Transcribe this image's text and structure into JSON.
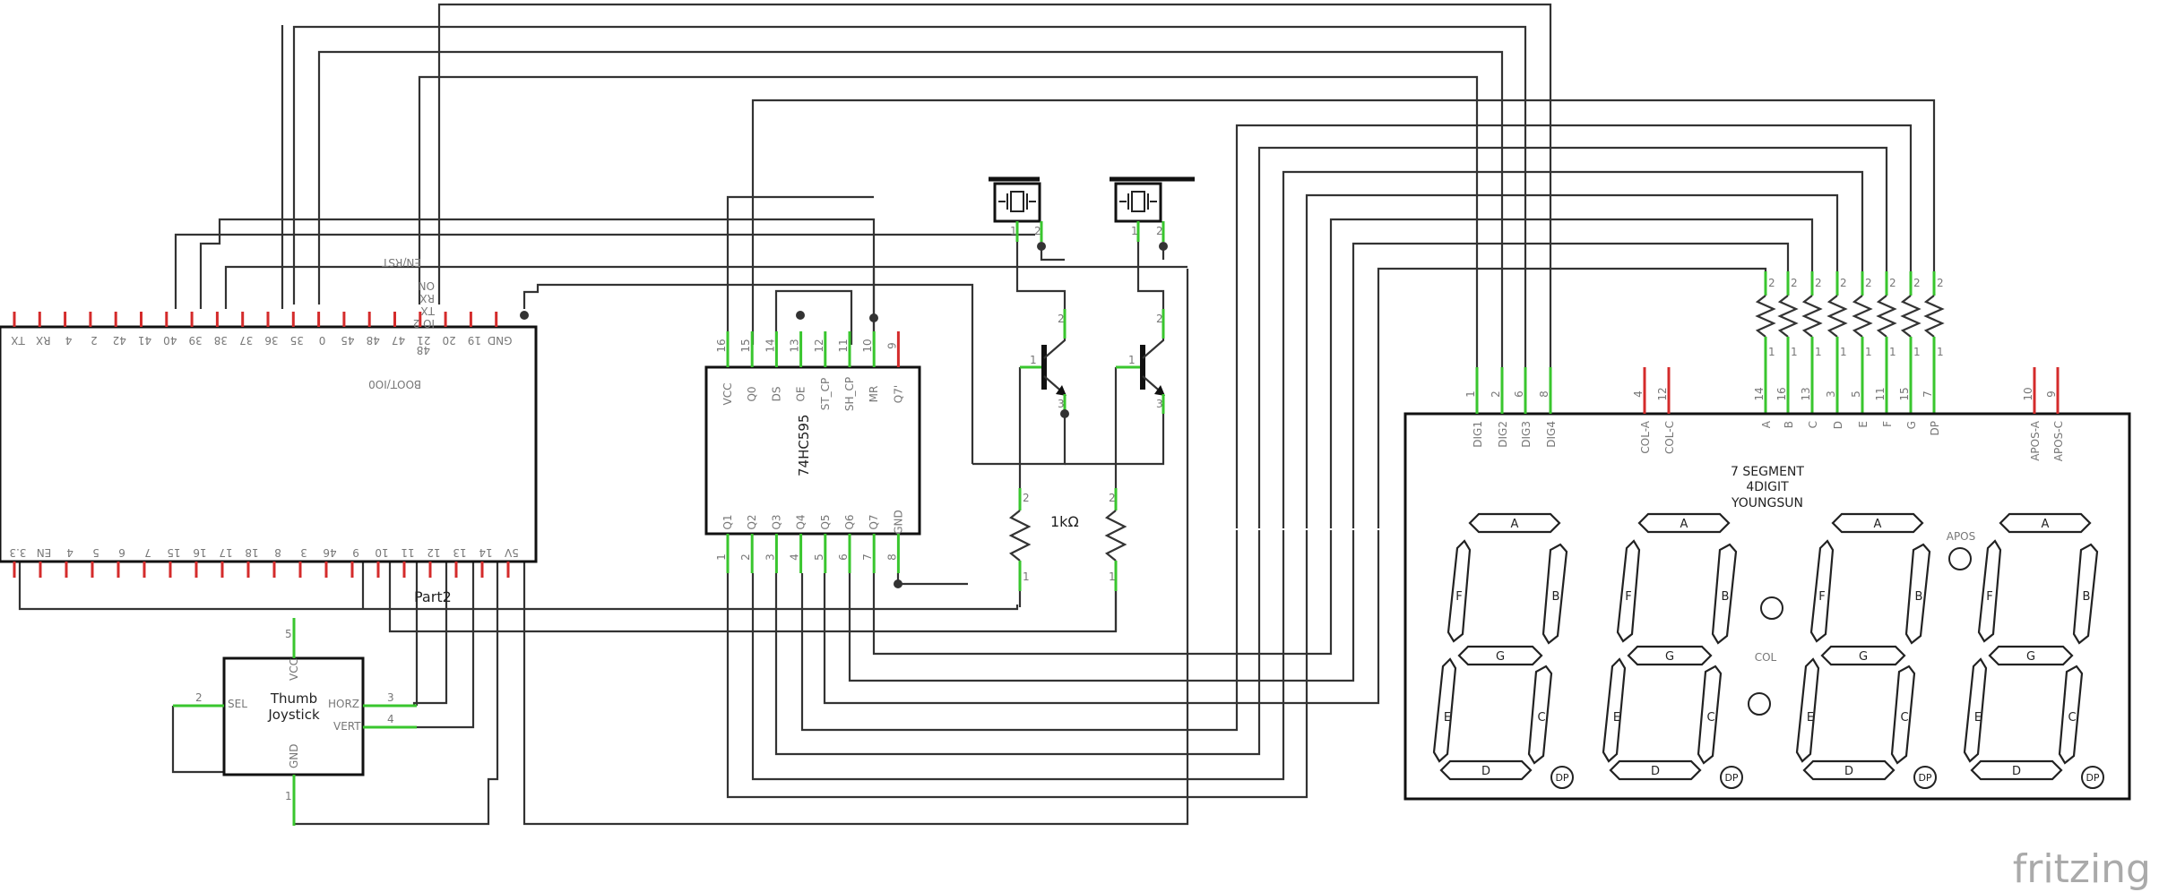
{
  "esp_top_pins": [
    "TX",
    "RX",
    "4",
    "2",
    "42",
    "41",
    "40",
    "39",
    "38",
    "37",
    "36",
    "35",
    "0",
    "45",
    "48",
    "47",
    "21",
    "20",
    "19",
    "GND"
  ],
  "esp_bottom_pins": [
    "3.3",
    "EN",
    "4",
    "5",
    "6",
    "7",
    "15",
    "16",
    "17",
    "18",
    "8",
    "3",
    "46",
    "9",
    "10",
    "11",
    "12",
    "13",
    "14",
    "5V"
  ],
  "esp_silk": [
    "BOOT/IO0",
    "48",
    "IO 2",
    "TX",
    "RX",
    "ON",
    "EN/RST"
  ],
  "part2_label": "Part2",
  "sr_name": "74HC595",
  "sr_top_pins": [
    {
      "n": "VCC",
      "num": "16"
    },
    {
      "n": "Q0",
      "num": "15"
    },
    {
      "n": "DS",
      "num": "14"
    },
    {
      "n": "OE",
      "num": "13"
    },
    {
      "n": "ST_CP",
      "num": "12"
    },
    {
      "n": "SH_CP",
      "num": "11"
    },
    {
      "n": "MR",
      "num": "10"
    },
    {
      "n": "Q7'",
      "num": "9"
    }
  ],
  "sr_bottom_pins": [
    {
      "n": "Q1",
      "num": "1"
    },
    {
      "n": "Q2",
      "num": "2"
    },
    {
      "n": "Q3",
      "num": "3"
    },
    {
      "n": "Q4",
      "num": "4"
    },
    {
      "n": "Q5",
      "num": "5"
    },
    {
      "n": "Q6",
      "num": "6"
    },
    {
      "n": "Q7",
      "num": "7"
    },
    {
      "n": "GND",
      "num": "8"
    }
  ],
  "resistor_value": "1kΩ",
  "joystick": {
    "title1": "Thumb",
    "title2": "Joystick",
    "pins": [
      {
        "n": "VCC",
        "num": "5"
      },
      {
        "n": "SEL",
        "num": "2"
      },
      {
        "n": "HORZ",
        "num": "3"
      },
      {
        "n": "VERT",
        "num": "4"
      },
      {
        "n": "GND",
        "num": "1"
      }
    ]
  },
  "display": {
    "title1": "7 SEGMENT",
    "title2": "4DIGIT",
    "title3": "YOUNGSUN",
    "pins": [
      {
        "n": "DIG1",
        "num": "1"
      },
      {
        "n": "DIG2",
        "num": "2"
      },
      {
        "n": "DIG3",
        "num": "6"
      },
      {
        "n": "DIG4",
        "num": "8"
      },
      {
        "n": "COL-A",
        "num": "4"
      },
      {
        "n": "COL-C",
        "num": "12"
      },
      {
        "n": "A",
        "num": "14"
      },
      {
        "n": "B",
        "num": "16"
      },
      {
        "n": "C",
        "num": "13"
      },
      {
        "n": "D",
        "num": "3"
      },
      {
        "n": "E",
        "num": "5"
      },
      {
        "n": "F",
        "num": "11"
      },
      {
        "n": "G",
        "num": "15"
      },
      {
        "n": "DP",
        "num": "7"
      },
      {
        "n": "APOS-A",
        "num": "10"
      },
      {
        "n": "APOS-C",
        "num": "9"
      }
    ],
    "segment_letters": [
      "A",
      "B",
      "C",
      "D",
      "E",
      "F",
      "G"
    ],
    "dp_label": "DP",
    "col_label": "COL",
    "apos_label": "APOS"
  },
  "resistor_pin_nums": [
    "2",
    "1"
  ],
  "transistor_pin_nums": [
    "1",
    "2",
    "3"
  ],
  "buzzer_pin_nums": [
    "1",
    "2"
  ],
  "logo": "fritzing",
  "colors": {
    "pin_green": "#39c62e",
    "pin_red": "#d42b2b",
    "wire": "#333333",
    "logo": "#aaaaaa"
  }
}
